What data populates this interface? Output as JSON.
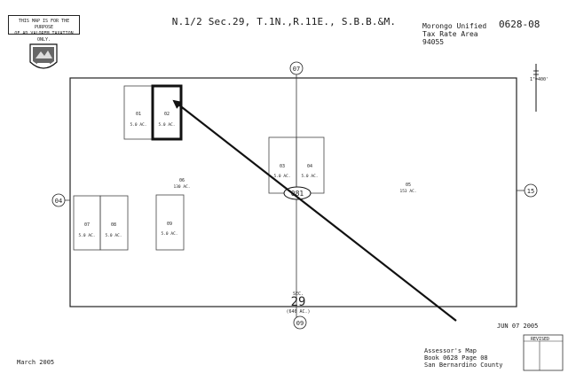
{
  "disclaimer": {
    "line1": "THIS MAP IS FOR THE PURPOSE",
    "line2": "OF AD VALOREM TAXATION ONLY."
  },
  "title": "N.1/2 Sec.29, T.1N.,R.11E., S.B.B.&M.",
  "tax_info": {
    "district": "Morongo Unified",
    "area_label": "Tax Rate Area",
    "area_code": "94055"
  },
  "book_page": "0628-08",
  "scale": {
    "label": "1\"=400'"
  },
  "circled_labels": {
    "top": "07",
    "left": "04",
    "right": "15",
    "bottom": "09",
    "center": "081"
  },
  "parcels": [
    {
      "number": "01",
      "acres": "5.0 AC."
    },
    {
      "number": "02",
      "acres": "5.0 AC."
    },
    {
      "number": "06",
      "acres": "130 AC."
    },
    {
      "number": "07",
      "acres": "5.0 AC."
    },
    {
      "number": "08",
      "acres": "5.0 AC."
    },
    {
      "number": "09",
      "acres": "5.0 AC."
    },
    {
      "number": "03",
      "acres": "5.0 AC."
    },
    {
      "number": "04",
      "acres": "5.0 AC."
    },
    {
      "number": "05",
      "acres": "153 AC."
    }
  ],
  "section": {
    "prefix": "SEC.",
    "number": "29",
    "acres": "(640 AC.)"
  },
  "stamp": "JUN 07 2005",
  "revised_label": "REVISED",
  "date": "March 2005",
  "assessor": {
    "line1": "Assessor's Map",
    "line2": "Book 0628 Page 08",
    "line3": "San Bernardino County"
  }
}
